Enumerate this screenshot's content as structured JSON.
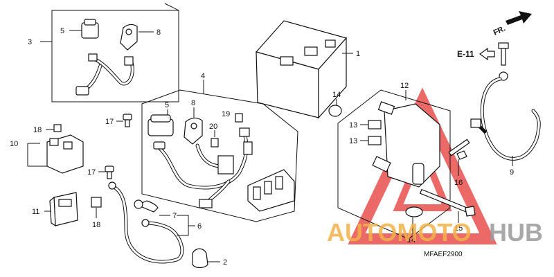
{
  "diagram": {
    "code": "MFAEF2900",
    "direction_label": "FR.",
    "reference_label": "E-11",
    "watermark": {
      "part1": "AUTOMOTO",
      "part2": "HUB"
    },
    "colors": {
      "watermark_orange": "#f2b24a",
      "watermark_gray": "#9a9a9a",
      "warning_red": "#e53935"
    },
    "callouts": {
      "c1": "1",
      "c2": "2",
      "c3": "3",
      "c4": "4",
      "c5a": "5",
      "c5b": "5",
      "c6": "6",
      "c7": "7",
      "c8a": "8",
      "c8b": "8",
      "c9": "9",
      "c10": "10",
      "c11": "11",
      "c12": "12",
      "c13a": "13",
      "c13b": "13",
      "c14a": "14",
      "c14b": "14",
      "c15": "15",
      "c16": "16",
      "c17a": "17",
      "c17b": "17",
      "c18a": "18",
      "c18b": "18",
      "c19": "19",
      "c20": "20"
    }
  }
}
